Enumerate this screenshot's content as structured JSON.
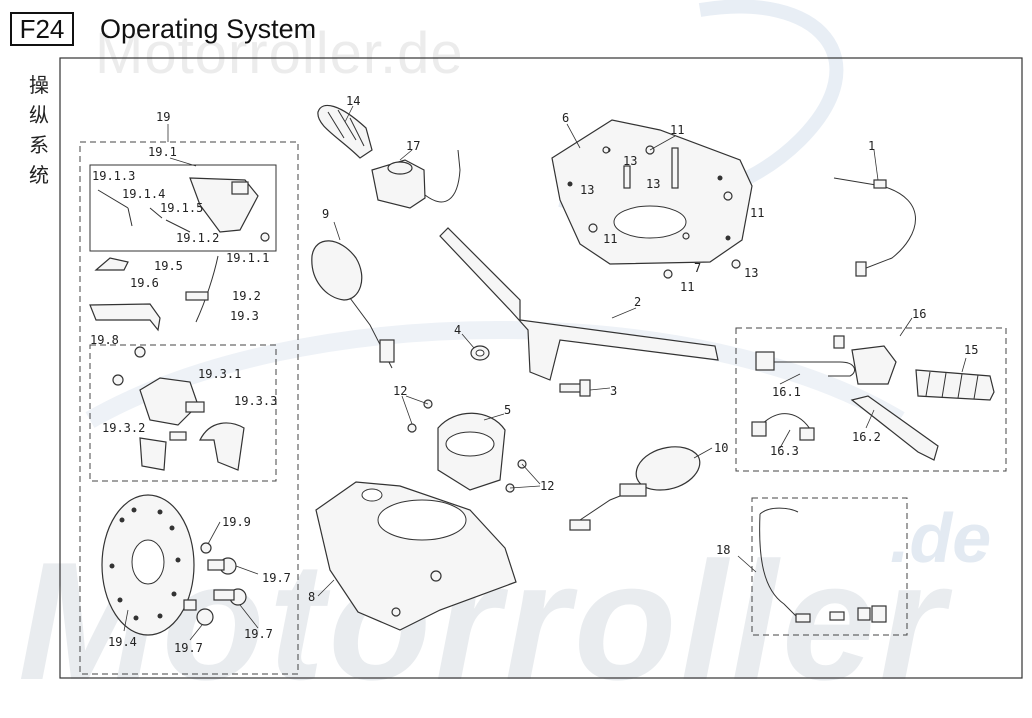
{
  "header": {
    "code": "F24",
    "title": "Operating System",
    "chinese_title": "操纵系统"
  },
  "watermarks": {
    "top": "Motorroller.de",
    "bottom": "Motorroller",
    "suffix": ".de"
  },
  "labels": {
    "p1": "1",
    "p2": "2",
    "p3": "3",
    "p4": "4",
    "p5": "5",
    "p6": "6",
    "p7": "7",
    "p8": "8",
    "p9": "9",
    "p10": "10",
    "p11": "11",
    "p12": "12",
    "p13": "13",
    "p14": "14",
    "p15": "15",
    "p16": "16",
    "p17": "17",
    "p18": "18",
    "p19": "19",
    "p19_1": "19.1",
    "p19_1_1": "19.1.1",
    "p19_1_2": "19.1.2",
    "p19_1_3": "19.1.3",
    "p19_1_4": "19.1.4",
    "p19_1_5": "19.1.5",
    "p19_2": "19.2",
    "p19_3": "19.3",
    "p19_3_1": "19.3.1",
    "p19_3_2": "19.3.2",
    "p19_3_3": "19.3.3",
    "p19_4": "19.4",
    "p19_5": "19.5",
    "p19_6": "19.6",
    "p19_7": "19.7",
    "p19_8": "19.8",
    "p19_9": "19.9",
    "p16_1": "16.1",
    "p16_2": "16.2",
    "p16_3": "16.3"
  }
}
